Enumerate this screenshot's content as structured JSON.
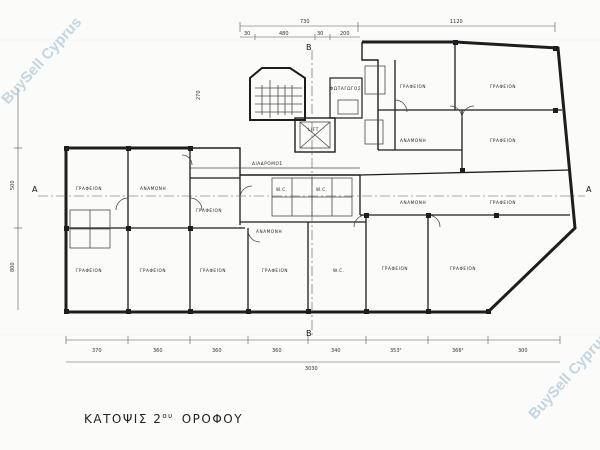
{
  "title": {
    "main": "ΚΑΤΟΨΙΣ 2",
    "sup": "ου",
    "rest": "ΟΡΟΦΟΥ"
  },
  "watermarks": [
    "BuySell Cyprus",
    "BuySell Cyprus"
  ],
  "section_marks": {
    "a": "A",
    "b": "B"
  },
  "dims_top": [
    "730",
    "1120"
  ],
  "dims_top_sub": [
    "30",
    "480",
    "30",
    "200"
  ],
  "dim_left": [
    "270",
    "500",
    "800"
  ],
  "dims_bottom": [
    "370",
    "360",
    "360",
    "360",
    "340",
    "353²",
    "366²",
    "300"
  ],
  "dim_total": "3030",
  "labels": {
    "office": "ΓΡΑΦΕΙΟΝ",
    "waiting": "ΑΝΑΜΟΝΗ",
    "lift": "LIFT",
    "wc": "W.C.",
    "corridor": "ΔΙΑΔΡΟΜΟΣ",
    "shaft": "ΦΩΤΑΓΩΓΟΣ"
  }
}
